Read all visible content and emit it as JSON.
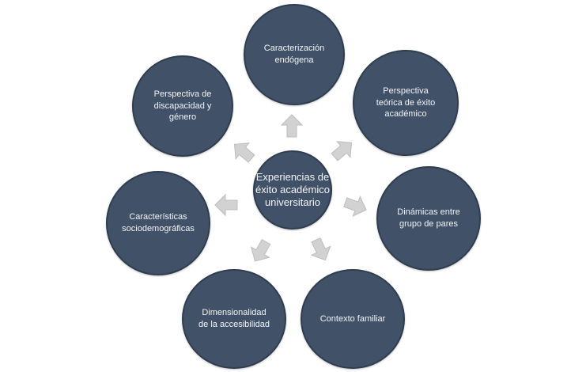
{
  "diagram": {
    "center": {
      "label": "Experiencias de éxito académico universitario"
    },
    "nodes": [
      {
        "id": "caracterizacion",
        "label": "Caracterización endógena"
      },
      {
        "id": "perspectiva-teorica",
        "label": "Perspectiva teórica de éxito académico"
      },
      {
        "id": "dinamicas",
        "label": "Dinámicas entre grupo de pares"
      },
      {
        "id": "contexto",
        "label": "Contexto familiar"
      },
      {
        "id": "dimensionalidad",
        "label": "Dimensionalidad de la accesibilidad"
      },
      {
        "id": "caracteristicas",
        "label": "Características sociodemográficas"
      },
      {
        "id": "discapacidad",
        "label": "Perspectiva de discapacidad y género"
      }
    ],
    "colors": {
      "node_fill": "#415268",
      "node_border": "#2f3d4f",
      "node_text": "#f2f4f7",
      "arrow_fill": "#d2d2d2"
    }
  }
}
